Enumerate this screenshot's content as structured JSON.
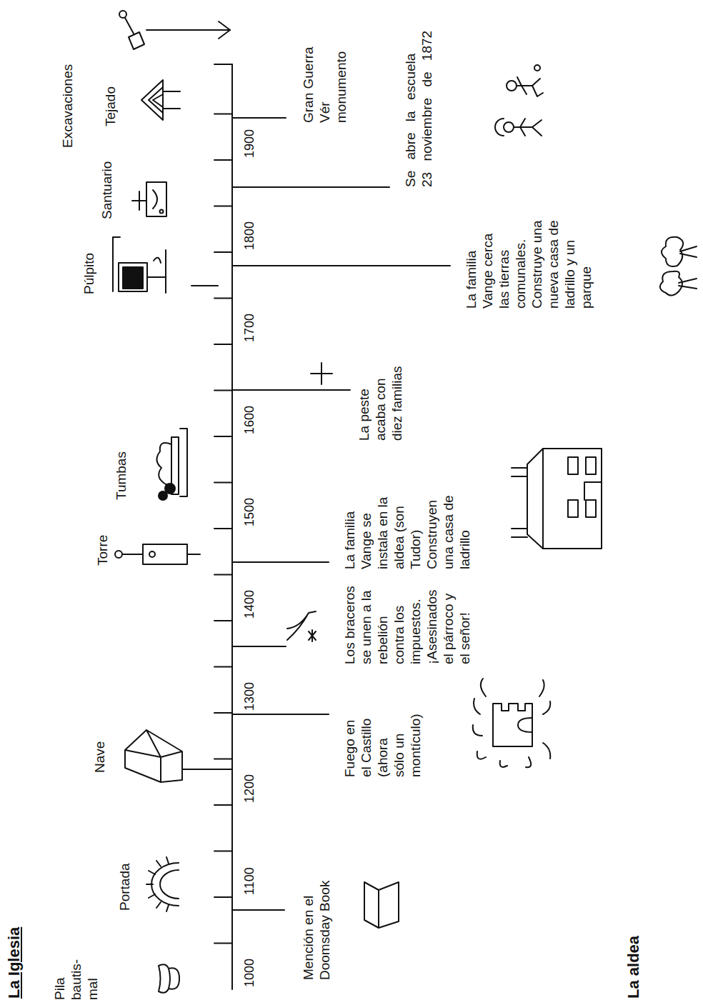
{
  "diagram": {
    "title": "La Iglesia",
    "labels": [
      "Pila bautis- mal",
      "Portada",
      "Nave",
      "Torre",
      "Tumbas",
      "Púlpito",
      "Santuario",
      "Tejado",
      "Excavaciones",
      "1000",
      "1100",
      "1200",
      "1300",
      "1400",
      "1500",
      "1600",
      "1700",
      "1800",
      "1900",
      "Mención en el Doomsday Book",
      "Fuego en el Castillo (ahora sólo un montículo)",
      "Los braceros se unen a la rebelión contra los impuestos. ¡Asesinados el párroco y el señor!",
      "La familia Vange se instala en la aldea (son Tudor) Construyen una casa de ladrillo",
      "La peste acaba con diez familias",
      "La familia Vange cerca las tierras comunales. Construye una nueva casa de ladrillo y un parque",
      "Se abre la escuela 23 noviembre de 1872",
      "Gran Guerra Vér monumento",
      "La aldea"
    ]
  }
}
